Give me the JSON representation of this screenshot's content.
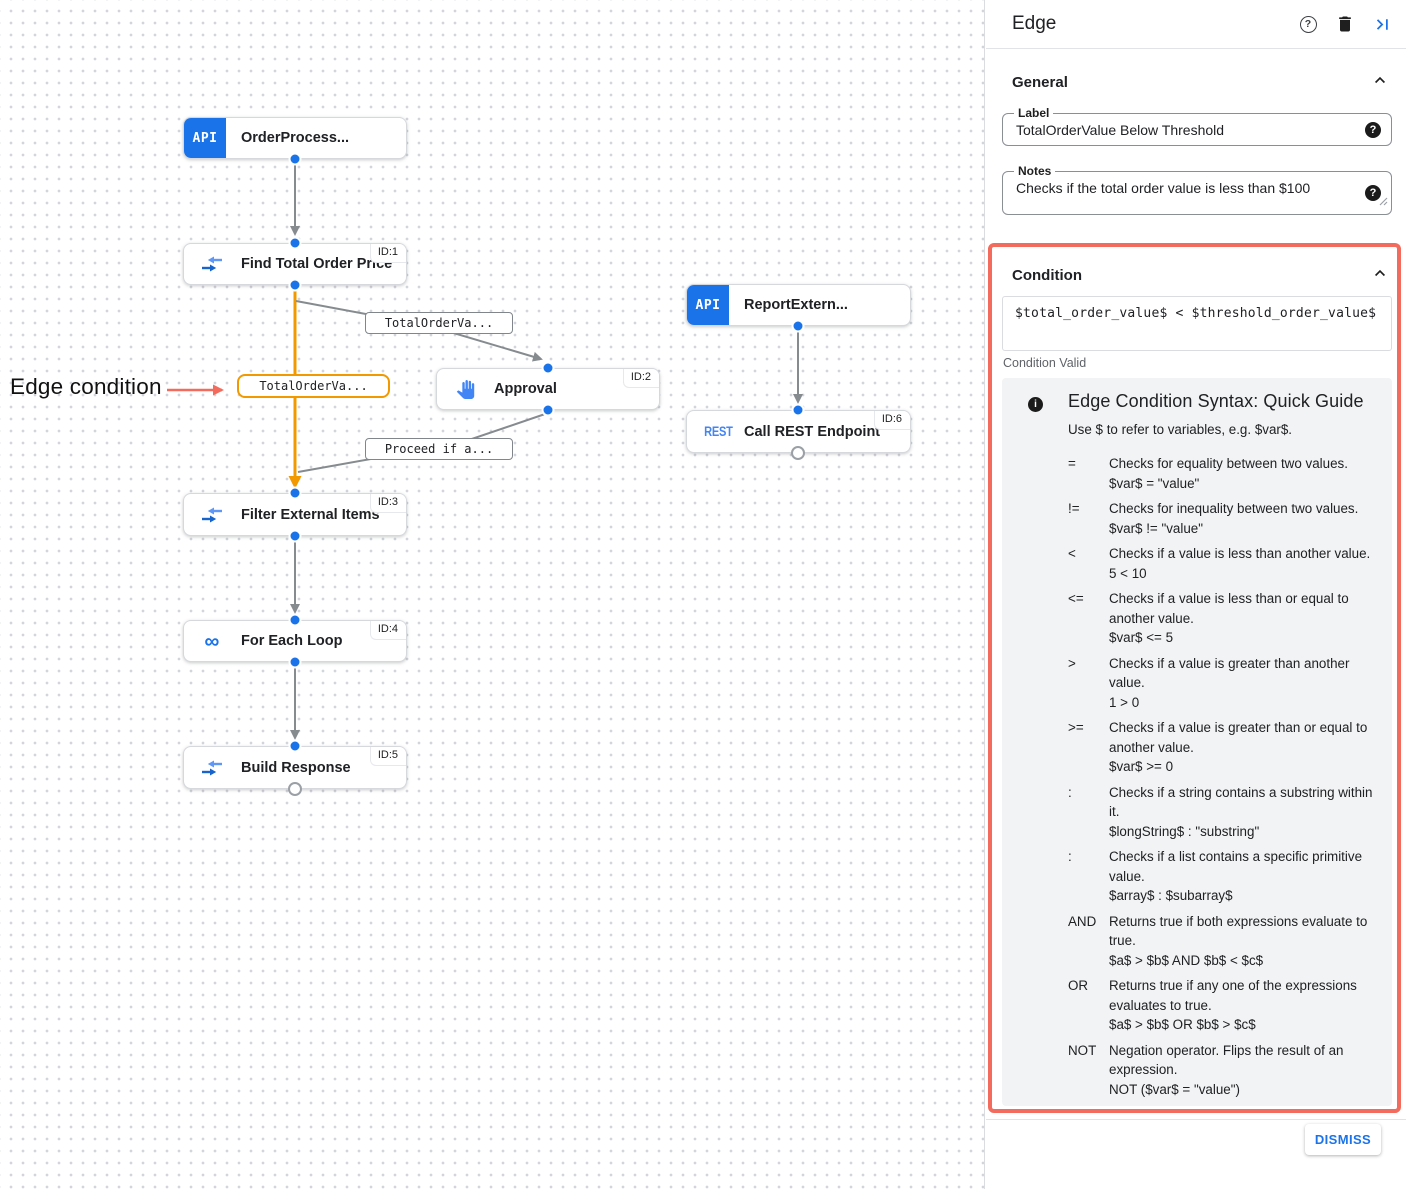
{
  "canvas": {
    "annotation_label": "Edge condition",
    "icon_labels": {
      "api": "API",
      "rest": "REST",
      "loop": "∞"
    },
    "glyphs": {
      "help": "?",
      "info": "i"
    },
    "nodes": [
      {
        "title": "OrderProcess...",
        "id": "",
        "icon": "api"
      },
      {
        "title": "Find Total Order Price",
        "id": "ID:1",
        "icon": "data-mapping"
      },
      {
        "title": "Approval",
        "id": "ID:2",
        "icon": "hand"
      },
      {
        "title": "ReportExtern...",
        "id": "",
        "icon": "api"
      },
      {
        "title": "Call REST Endpoint",
        "id": "ID:6",
        "icon": "rest"
      },
      {
        "title": "Filter External Items",
        "id": "ID:3",
        "icon": "data-mapping"
      },
      {
        "title": "For Each Loop",
        "id": "ID:4",
        "icon": "loop"
      },
      {
        "title": "Build Response",
        "id": "ID:5",
        "icon": "data-mapping"
      }
    ],
    "edge_labels": {
      "to_approval": "TotalOrderVa...",
      "condition_highlight": "TotalOrderVa...",
      "from_approval": "Proceed if a..."
    }
  },
  "panel": {
    "title": "Edge",
    "general": {
      "heading": "General",
      "label_field": {
        "label": "Label",
        "value": "TotalOrderValue Below Threshold"
      },
      "notes_field": {
        "label": "Notes",
        "value": "Checks if the total order value is less than $100"
      }
    },
    "condition": {
      "heading": "Condition",
      "expression": "$total_order_value$ < $threshold_order_value$",
      "status": "Condition Valid",
      "guide": {
        "title": "Edge Condition Syntax: Quick Guide",
        "intro": "Use $ to refer to variables, e.g. $var$.",
        "rows": [
          {
            "op": "=",
            "desc": "Checks for equality between two values.",
            "example": "$var$ = \"value\""
          },
          {
            "op": "!=",
            "desc": "Checks for inequality between two values.",
            "example": "$var$ != \"value\""
          },
          {
            "op": "<",
            "desc": "Checks if a value is less than another value.",
            "example": "5 < 10"
          },
          {
            "op": "<=",
            "desc": "Checks if a value is less than or equal to another value.",
            "example": "$var$ <= 5"
          },
          {
            "op": ">",
            "desc": "Checks if a value is greater than another value.",
            "example": "1 > 0"
          },
          {
            "op": ">=",
            "desc": "Checks if a value is greater than or equal to another value.",
            "example": "$var$ >= 0"
          },
          {
            "op": ":",
            "desc": "Checks if a string contains a substring within it.",
            "example": "$longString$ : \"substring\""
          },
          {
            "op": ":",
            "desc": "Checks if a list contains a specific primitive value.",
            "example": "$array$ : $subarray$"
          },
          {
            "op": "AND",
            "desc": "Returns true if both expressions evaluate to true.",
            "example": "$a$ > $b$ AND $b$ < $c$"
          },
          {
            "op": "OR",
            "desc": "Returns true if any one of the expressions evaluates to true.",
            "example": "$a$ > $b$ OR $b$ > $c$"
          },
          {
            "op": "NOT",
            "desc": "Negation operator. Flips the result of an expression.",
            "example": "NOT ($var$ = \"value\")"
          }
        ]
      }
    },
    "dismiss_label": "DISMISS"
  },
  "colors": {
    "accent_blue": "#1a73e8",
    "edge_orange": "#f29900",
    "highlight_red": "#f26b5c",
    "edge_gray": "#868b90"
  }
}
